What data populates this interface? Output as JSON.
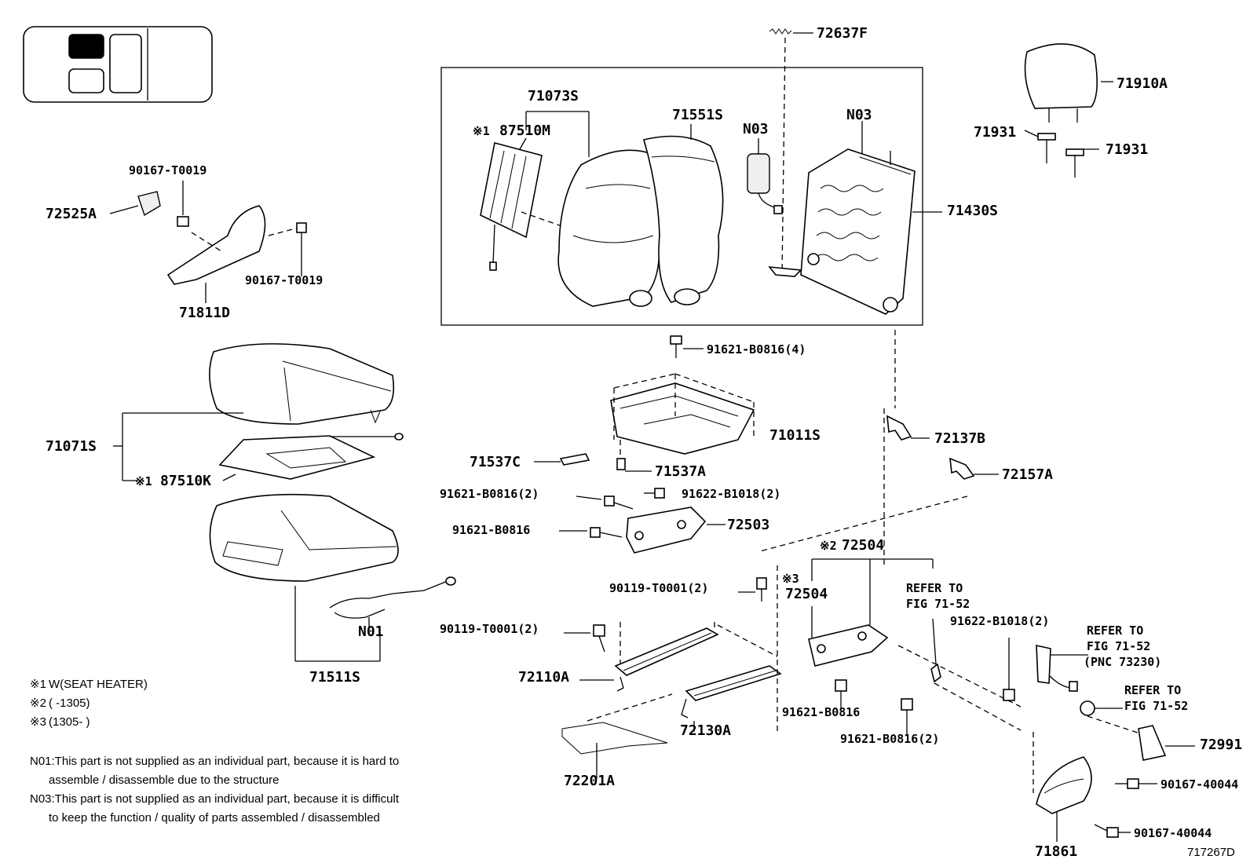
{
  "figure_id": "717267D",
  "parts": {
    "p72637F": "72637F",
    "p71073S": "71073S",
    "p87510M": "87510M",
    "p71551S": "71551S",
    "pN03a": "N03",
    "pN03b": "N03",
    "p71430S": "71430S",
    "p71910A": "71910A",
    "p71931a": "71931",
    "p71931b": "71931",
    "p90167T0019a": "90167-T0019",
    "p72525A": "72525A",
    "p90167T0019b": "90167-T0019",
    "p71811D": "71811D",
    "p91621B0816_4": "91621-B0816(4)",
    "p71011S": "71011S",
    "p71071S": "71071S",
    "p87510K": "87510K",
    "p71537C": "71537C",
    "p71537A": "71537A",
    "p72137B": "72137B",
    "p72157A": "72157A",
    "p91621B0816_2a": "91621-B0816(2)",
    "p91622B1018_2a": "91622-B1018(2)",
    "p91621B0816a": "91621-B0816",
    "p72503": "72503",
    "p72504a": "72504",
    "p90119T0001_2a": "90119-T0001(2)",
    "p72504b": "72504",
    "p90119T0001_2b": "90119-T0001(2)",
    "p91622B1018_2b": "91622-B1018(2)",
    "pN01": "N01",
    "p71511S": "71511S",
    "p72110A": "72110A",
    "p72130A": "72130A",
    "p91621B0816b": "91621-B0816",
    "p91621B0816_2b": "91621-B0816(2)",
    "p72201A": "72201A",
    "p72991": "72991",
    "p90167_40044a": "90167-40044",
    "p90167_40044b": "90167-40044",
    "p71861": "71861"
  },
  "marks": {
    "m1": "※1",
    "m1b": "※1",
    "m2": "※2",
    "m3": "※3"
  },
  "refs": {
    "ref1_line1": "REFER TO",
    "ref1_line2": "FIG 71-52",
    "ref2_line1": "REFER TO",
    "ref2_line2": "FIG 71-52",
    "ref2_line3": "(PNC 73230)",
    "ref3_line1": "REFER TO",
    "ref3_line2": "FIG 71-52"
  },
  "legend": {
    "l1_mark": "※1",
    "l1_text": "W(SEAT HEATER)",
    "l2_mark": "※2",
    "l2_text": "(      -1305)",
    "l3_mark": "※3",
    "l3_text": "(1305-      )"
  },
  "notes": {
    "n01_line1": "N01:This part is not supplied as an individual part, because it is hard to",
    "n01_line2": "assemble / disassemble due to the structure",
    "n03_line1": "N03:This part is not supplied as an individual part, because it is difficult",
    "n03_line2": "to keep the function / quality of parts assembled / disassembled"
  }
}
